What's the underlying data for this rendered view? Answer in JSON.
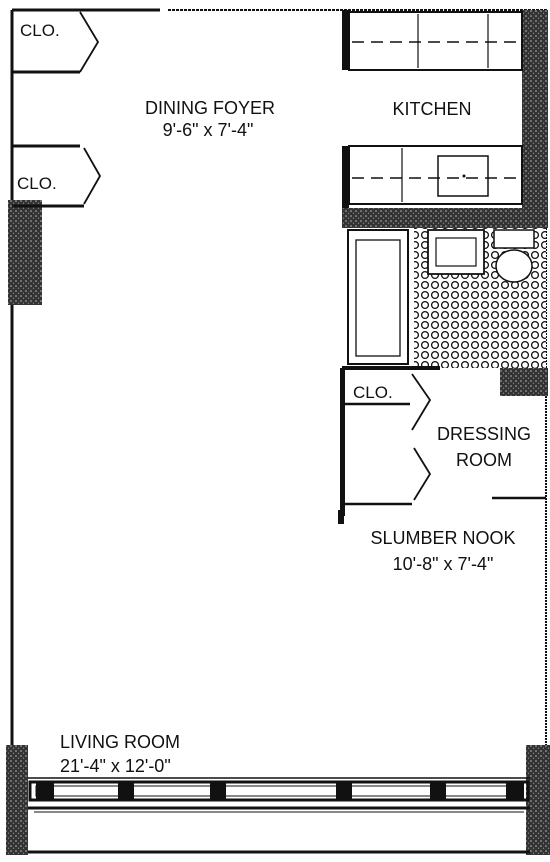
{
  "rooms": {
    "dining_foyer": {
      "name": "DINING FOYER",
      "size": "9'-6\" x 7'-4\""
    },
    "kitchen": {
      "name": "KITCHEN"
    },
    "dressing_room": {
      "line1": "DRESSING",
      "line2": "ROOM"
    },
    "slumber_nook": {
      "name": "SLUMBER NOOK",
      "size": "10'-8\" x 7'-4\""
    },
    "living_room": {
      "name": "LIVING ROOM",
      "size": "21'-4\" x 12'-0\""
    }
  },
  "closets": {
    "top_left": "CLO.",
    "mid_left": "CLO.",
    "dressing": "CLO."
  },
  "colors": {
    "wall": "#1a1a1a",
    "ink": "#111111",
    "background": "#ffffff"
  }
}
